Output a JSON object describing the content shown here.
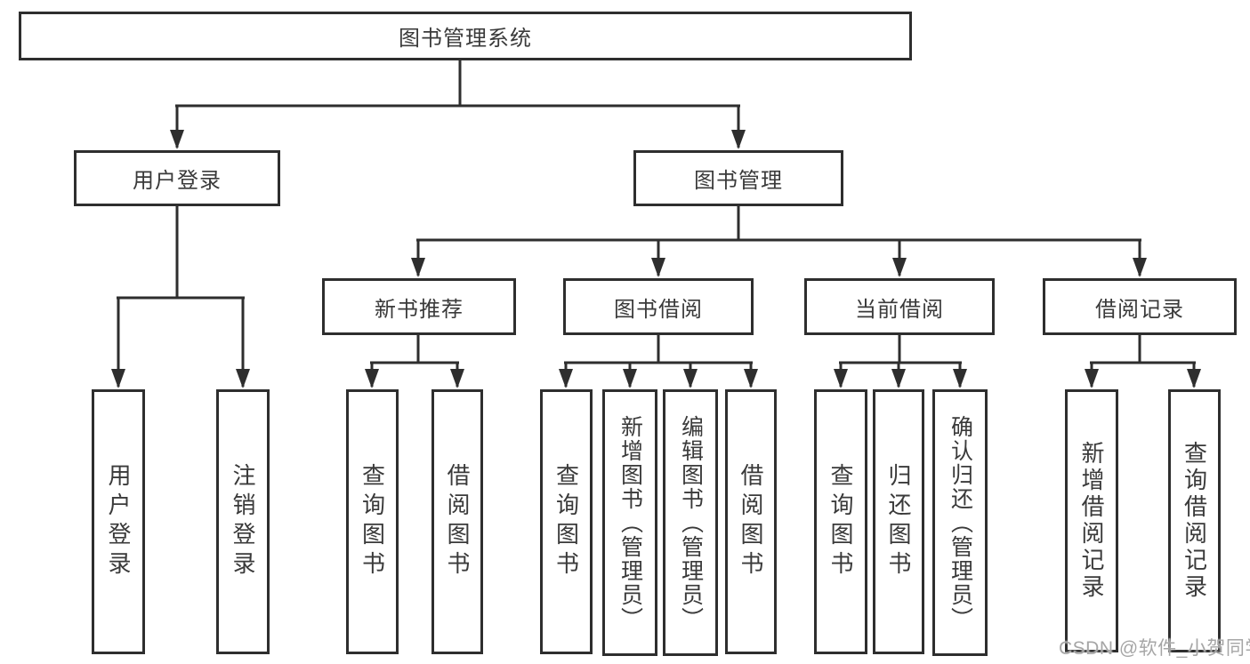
{
  "colors": {
    "line": "#2e2e2e",
    "text": "#3a3a3a",
    "watermark": "#a6a6a6",
    "background": "#ffffff"
  },
  "tree": {
    "root": {
      "label": "图书管理系统"
    },
    "children": [
      {
        "label": "用户登录",
        "children": [
          {
            "label": "用户登录"
          },
          {
            "label": "注销登录"
          }
        ]
      },
      {
        "label": "图书管理",
        "children": [
          {
            "label": "新书推荐",
            "children": [
              {
                "label": "查询图书"
              },
              {
                "label": "借阅图书"
              }
            ]
          },
          {
            "label": "图书借阅",
            "children": [
              {
                "label": "查询图书"
              },
              {
                "label": "新增图书（管理员）"
              },
              {
                "label": "编辑图书（管理员）"
              },
              {
                "label": "借阅图书"
              }
            ]
          },
          {
            "label": "当前借阅",
            "children": [
              {
                "label": "查询图书"
              },
              {
                "label": "归还图书"
              },
              {
                "label": "确认归还（管理员）"
              }
            ]
          },
          {
            "label": "借阅记录",
            "children": [
              {
                "label": "新增借阅记录"
              },
              {
                "label": "查询借阅记录"
              }
            ]
          }
        ]
      }
    ]
  },
  "watermark": {
    "text": "CSDN @软件_小贺同学"
  }
}
